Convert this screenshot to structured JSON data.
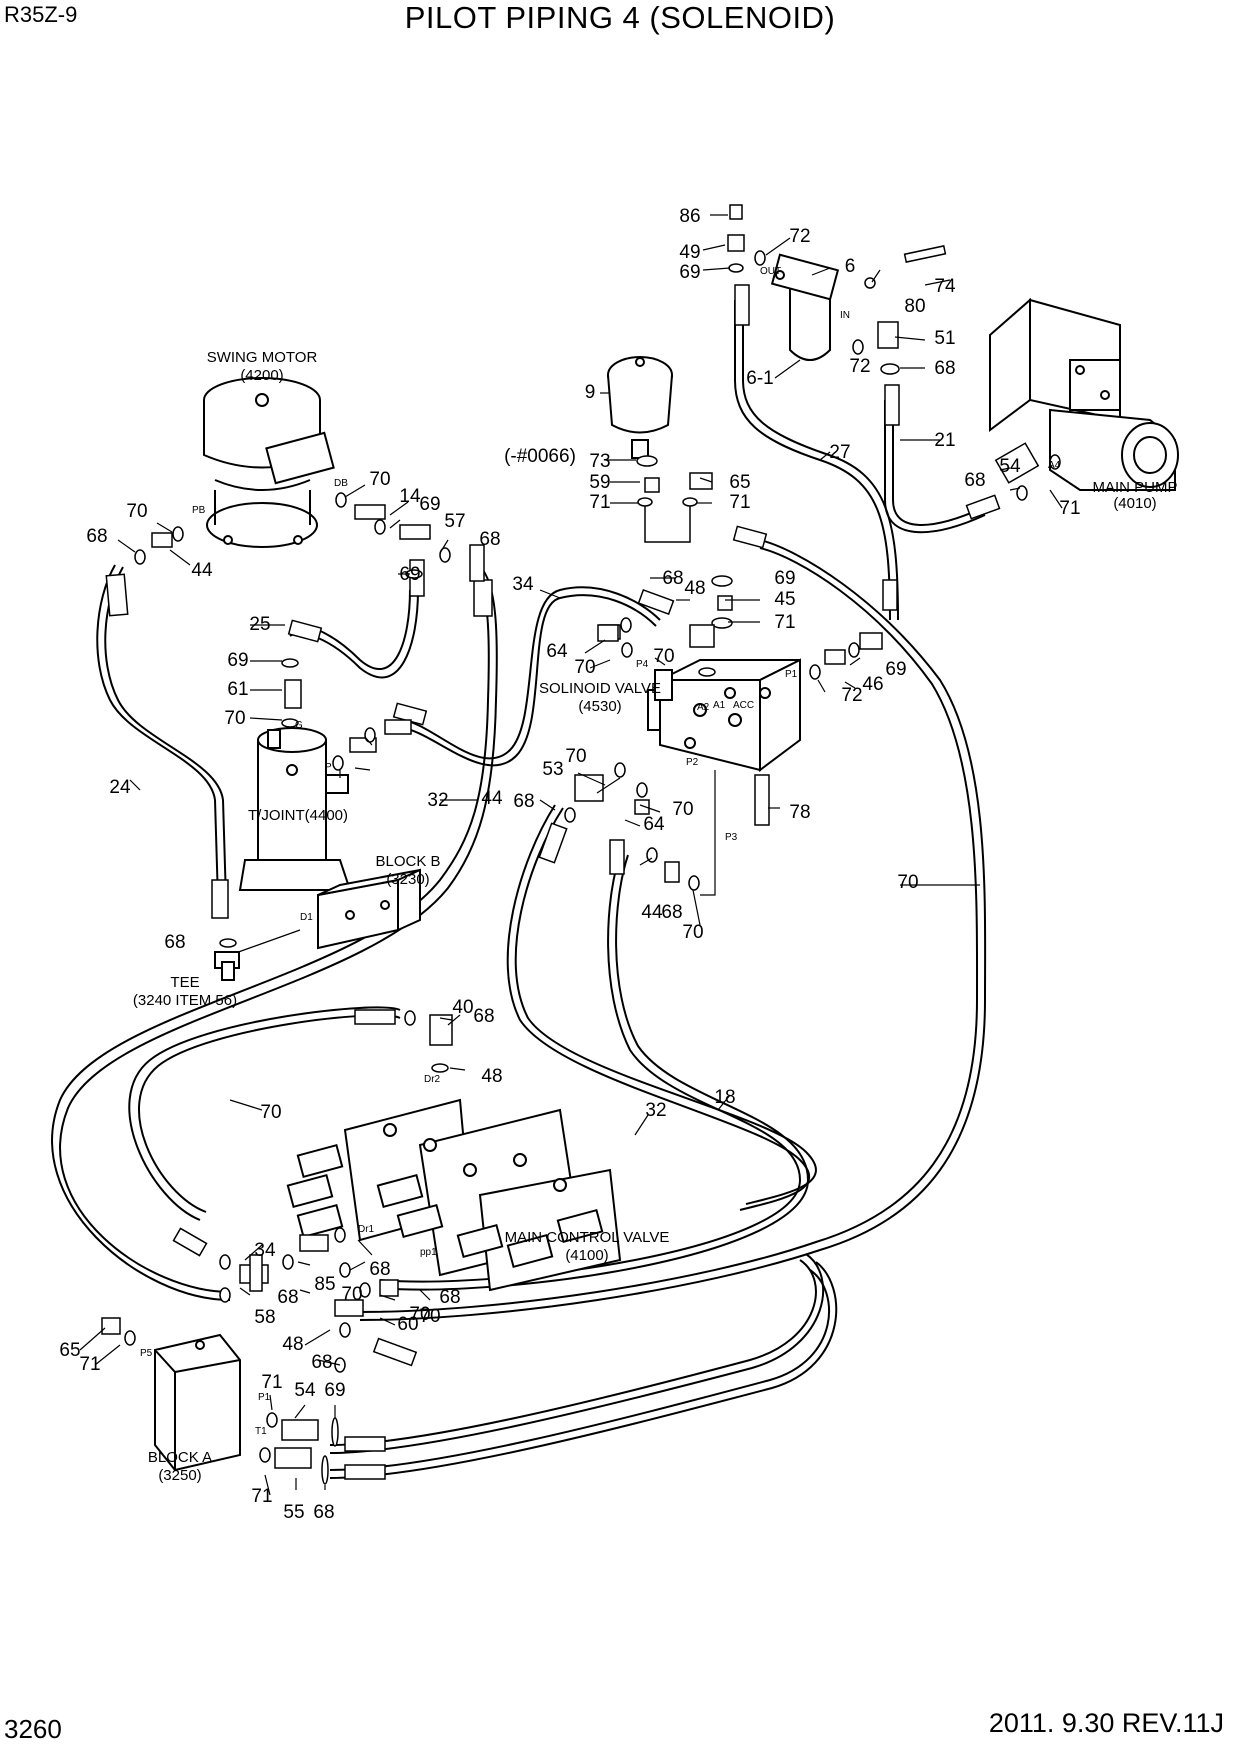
{
  "header": {
    "model": "R35Z-9",
    "title": "PILOT PIPING 4 (SOLENOID)"
  },
  "footer": {
    "page_number": "3260",
    "revision": "2011. 9.30 REV.11J"
  },
  "components": [
    {
      "id": "swing_motor",
      "lines": [
        "SWING MOTOR",
        "(4200)"
      ]
    },
    {
      "id": "main_pump",
      "lines": [
        "MAIN PUMP",
        "(4010)"
      ]
    },
    {
      "id": "solenoid_valve",
      "lines": [
        "SOLINOID VALVE",
        "(4530)"
      ]
    },
    {
      "id": "t_joint",
      "lines": [
        "T/JOINT(4400)"
      ]
    },
    {
      "id": "block_b",
      "lines": [
        "BLOCK B",
        "(3230)"
      ]
    },
    {
      "id": "tee",
      "lines": [
        "TEE",
        "(3240 ITEM 56)"
      ]
    },
    {
      "id": "main_control_valve",
      "lines": [
        "MAIN CONTROL VALVE",
        "(4100)"
      ]
    },
    {
      "id": "block_a",
      "lines": [
        "BLOCK A",
        "(3250)"
      ]
    }
  ],
  "part_numbers": [
    "86",
    "49",
    "72",
    "69",
    "6",
    "74",
    "80",
    "51",
    "72",
    "68",
    "6-1",
    "9",
    "(-#0066)",
    "73",
    "59",
    "65",
    "71",
    "71",
    "27",
    "21",
    "54",
    "68",
    "71",
    "70",
    "14",
    "69",
    "57",
    "68",
    "70",
    "68",
    "44",
    "69",
    "25",
    "69",
    "61",
    "70",
    "34",
    "68",
    "48",
    "69",
    "45",
    "71",
    "64",
    "70",
    "70",
    "46",
    "69",
    "72",
    "70",
    "53",
    "70",
    "64",
    "68",
    "44",
    "68",
    "70",
    "24",
    "32",
    "78",
    "68",
    "44",
    "70",
    "40",
    "68",
    "48",
    "70",
    "32",
    "18",
    "34",
    "68",
    "70",
    "85",
    "68",
    "58",
    "68",
    "70",
    "70",
    "60",
    "48",
    "68",
    "65",
    "71",
    "71",
    "54",
    "69",
    "71",
    "55",
    "68"
  ],
  "port_labels": [
    "PB",
    "DB",
    "OUT",
    "IN",
    "A4",
    "P4",
    "P1",
    "A2",
    "A1",
    "ACC",
    "P2",
    "P3",
    "P",
    "G",
    "D1",
    "Dr2",
    "Dr1",
    "pp1",
    "P5",
    "P1",
    "T1"
  ]
}
